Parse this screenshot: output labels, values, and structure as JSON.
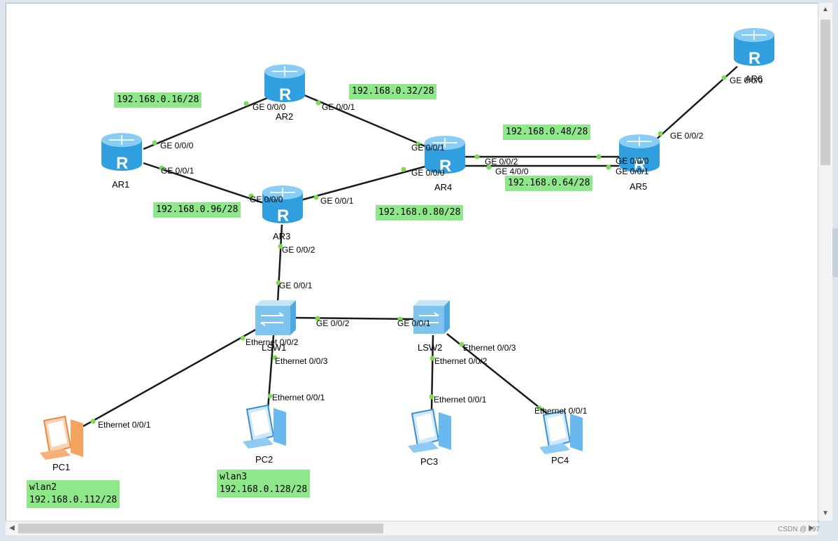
{
  "devices": [
    {
      "id": "AR1",
      "label": "AR1",
      "type": "router"
    },
    {
      "id": "AR2",
      "label": "AR2",
      "type": "router"
    },
    {
      "id": "AR3",
      "label": "AR3",
      "type": "router"
    },
    {
      "id": "AR4",
      "label": "AR4",
      "type": "router"
    },
    {
      "id": "AR5",
      "label": "AR5",
      "type": "router"
    },
    {
      "id": "AR6",
      "label": "AR6",
      "type": "router"
    },
    {
      "id": "LSW1",
      "label": "LSW1",
      "type": "switch"
    },
    {
      "id": "LSW2",
      "label": "LSW2",
      "type": "switch"
    },
    {
      "id": "PC1",
      "label": "PC1",
      "type": "pc-orange"
    },
    {
      "id": "PC2",
      "label": "PC2",
      "type": "pc-blue"
    },
    {
      "id": "PC3",
      "label": "PC3",
      "type": "pc-blue"
    },
    {
      "id": "PC4",
      "label": "PC4",
      "type": "pc-blue"
    }
  ],
  "ports": {
    "ar1_ge000": "GE 0/0/0",
    "ar1_ge001": "GE 0/0/1",
    "ar2_ge000": "GE 0/0/0",
    "ar2_ge001": "GE 0/0/1",
    "ar4_ge001": "GE 0/0/1",
    "ar4_ge000": "GE 0/0/0",
    "ar4_ge002": "GE 0/0/2",
    "ar4_ge400": "GE 4/0/0",
    "ar5_ge000": "GE 0/0/0",
    "ar5_ge001": "GE 0/0/1",
    "ar5_ge002": "GE 0/0/2",
    "ar6_ge000": "GE 0/0/0",
    "ar3_ge000": "GE 0/0/0",
    "ar3_ge001": "GE 0/0/1",
    "ar3_ge002": "GE 0/0/2",
    "lsw1_ge001": "GE 0/0/1",
    "lsw1_ge002": "GE 0/0/2",
    "lsw1_eth002": "Ethernet 0/0/2",
    "lsw1_eth003": "Ethernet 0/0/3",
    "lsw2_ge001": "GE 0/0/1",
    "lsw2_eth003": "Ethernet 0/0/3",
    "lsw2_eth002": "Ethernet 0/0/2",
    "pc1_eth001": "Ethernet 0/0/1",
    "pc2_eth001": "Ethernet 0/0/1",
    "pc3_eth001": "Ethernet 0/0/1",
    "pc4_eth001": "Ethernet 0/0/1"
  },
  "subnets": {
    "s16": "192.168.0.16/28",
    "s32": "192.168.0.32/28",
    "s48": "192.168.0.48/28",
    "s64": "192.168.0.64/28",
    "s80": "192.168.0.80/28",
    "s96": "192.168.0.96/28",
    "wlan2_name": "wlan2",
    "wlan2_net": "192.168.0.112/28",
    "wlan3_name": "wlan3",
    "wlan3_net": "192.168.0.128/28"
  },
  "router_glyph": "R",
  "watermark": "CSDN @ 597",
  "colors": {
    "router": "#2f9fe0",
    "switch": "#7fc4ee",
    "link_dot": "#7ed957",
    "subnet_bg": "#8ee88a",
    "pc_orange": "#f4a460",
    "pc_blue": "#69b8f0"
  }
}
